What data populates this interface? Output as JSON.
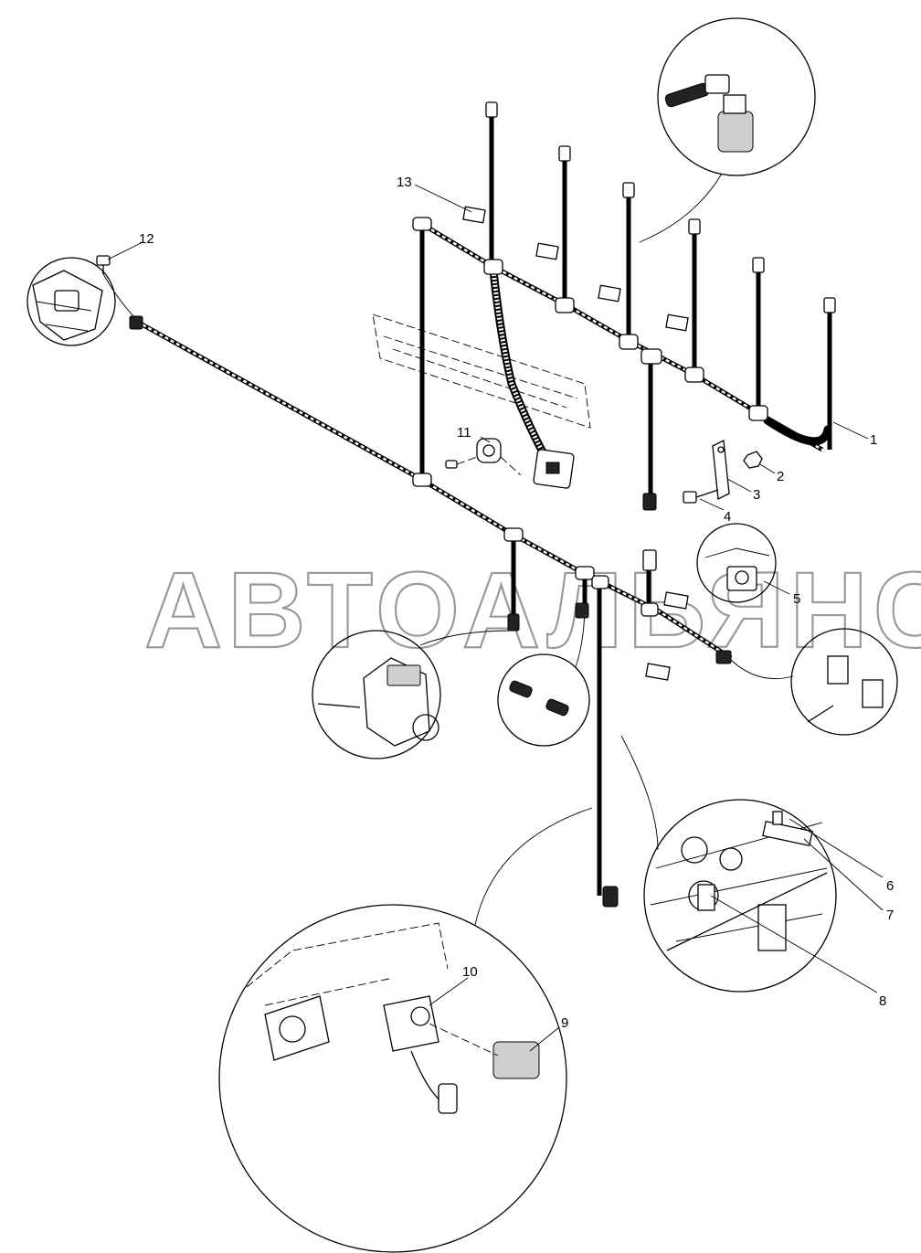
{
  "watermark": {
    "text": "АВТОАЛЬЯНС"
  },
  "callouts": [
    "1",
    "2",
    "3",
    "4",
    "5",
    "6",
    "7",
    "8",
    "9",
    "10",
    "11",
    "12",
    "13"
  ],
  "icons": {
    "main_harness": "wiring-harness-icon",
    "bracket": "bracket-icon",
    "bolt": "bolt-icon",
    "nut": "nut-icon",
    "sensor": "pressure-sensor-icon",
    "connector": "connector-icon",
    "clip": "clip-icon"
  }
}
